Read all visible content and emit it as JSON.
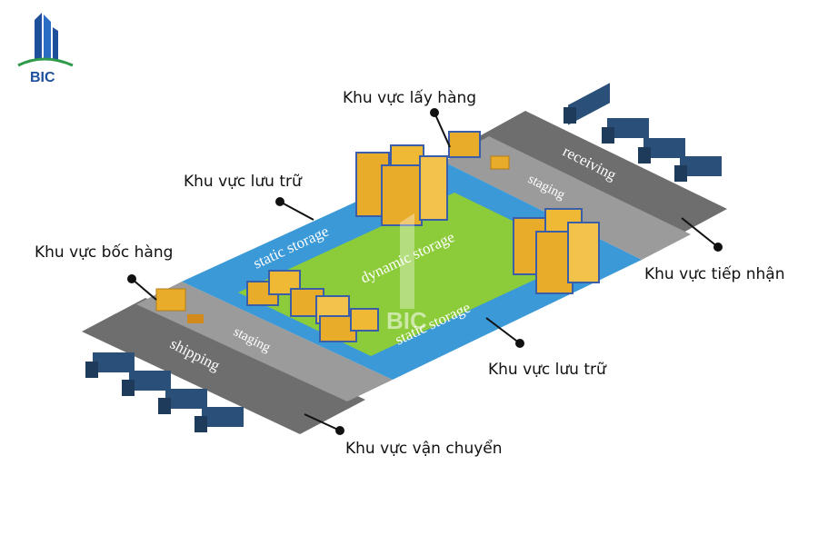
{
  "logo": {
    "text": "BIC"
  },
  "watermark": {
    "text": "BIC"
  },
  "zones": {
    "receiving": "receiving",
    "staging_top": "staging",
    "static_storage_left": "static storage",
    "dynamic_storage": "dynamic storage",
    "static_storage_right": "static storage",
    "staging_bottom": "staging",
    "shipping": "shipping"
  },
  "callouts": {
    "picking": "Khu vực lấy hàng",
    "storage_left": "Khu vực lưu trữ",
    "loading": "Khu vực bốc hàng",
    "receiving": "Khu vực tiếp nhận",
    "storage_right": "Khu vực lưu trữ",
    "shipping": "Khu vực vận chuyển"
  },
  "colors": {
    "road": "#6b6b6b",
    "staging": "#9a9a9a",
    "static_storage": "#3a99d6",
    "dynamic_storage": "#8ccc3a",
    "truck_cab": "#1f3b5c",
    "truck_body": "#2a4f78",
    "rack": "#e8ac2a",
    "rack_frame": "#3a5fa8",
    "logo_blue": "#1d4f9c",
    "logo_green": "#2e9a4a"
  }
}
